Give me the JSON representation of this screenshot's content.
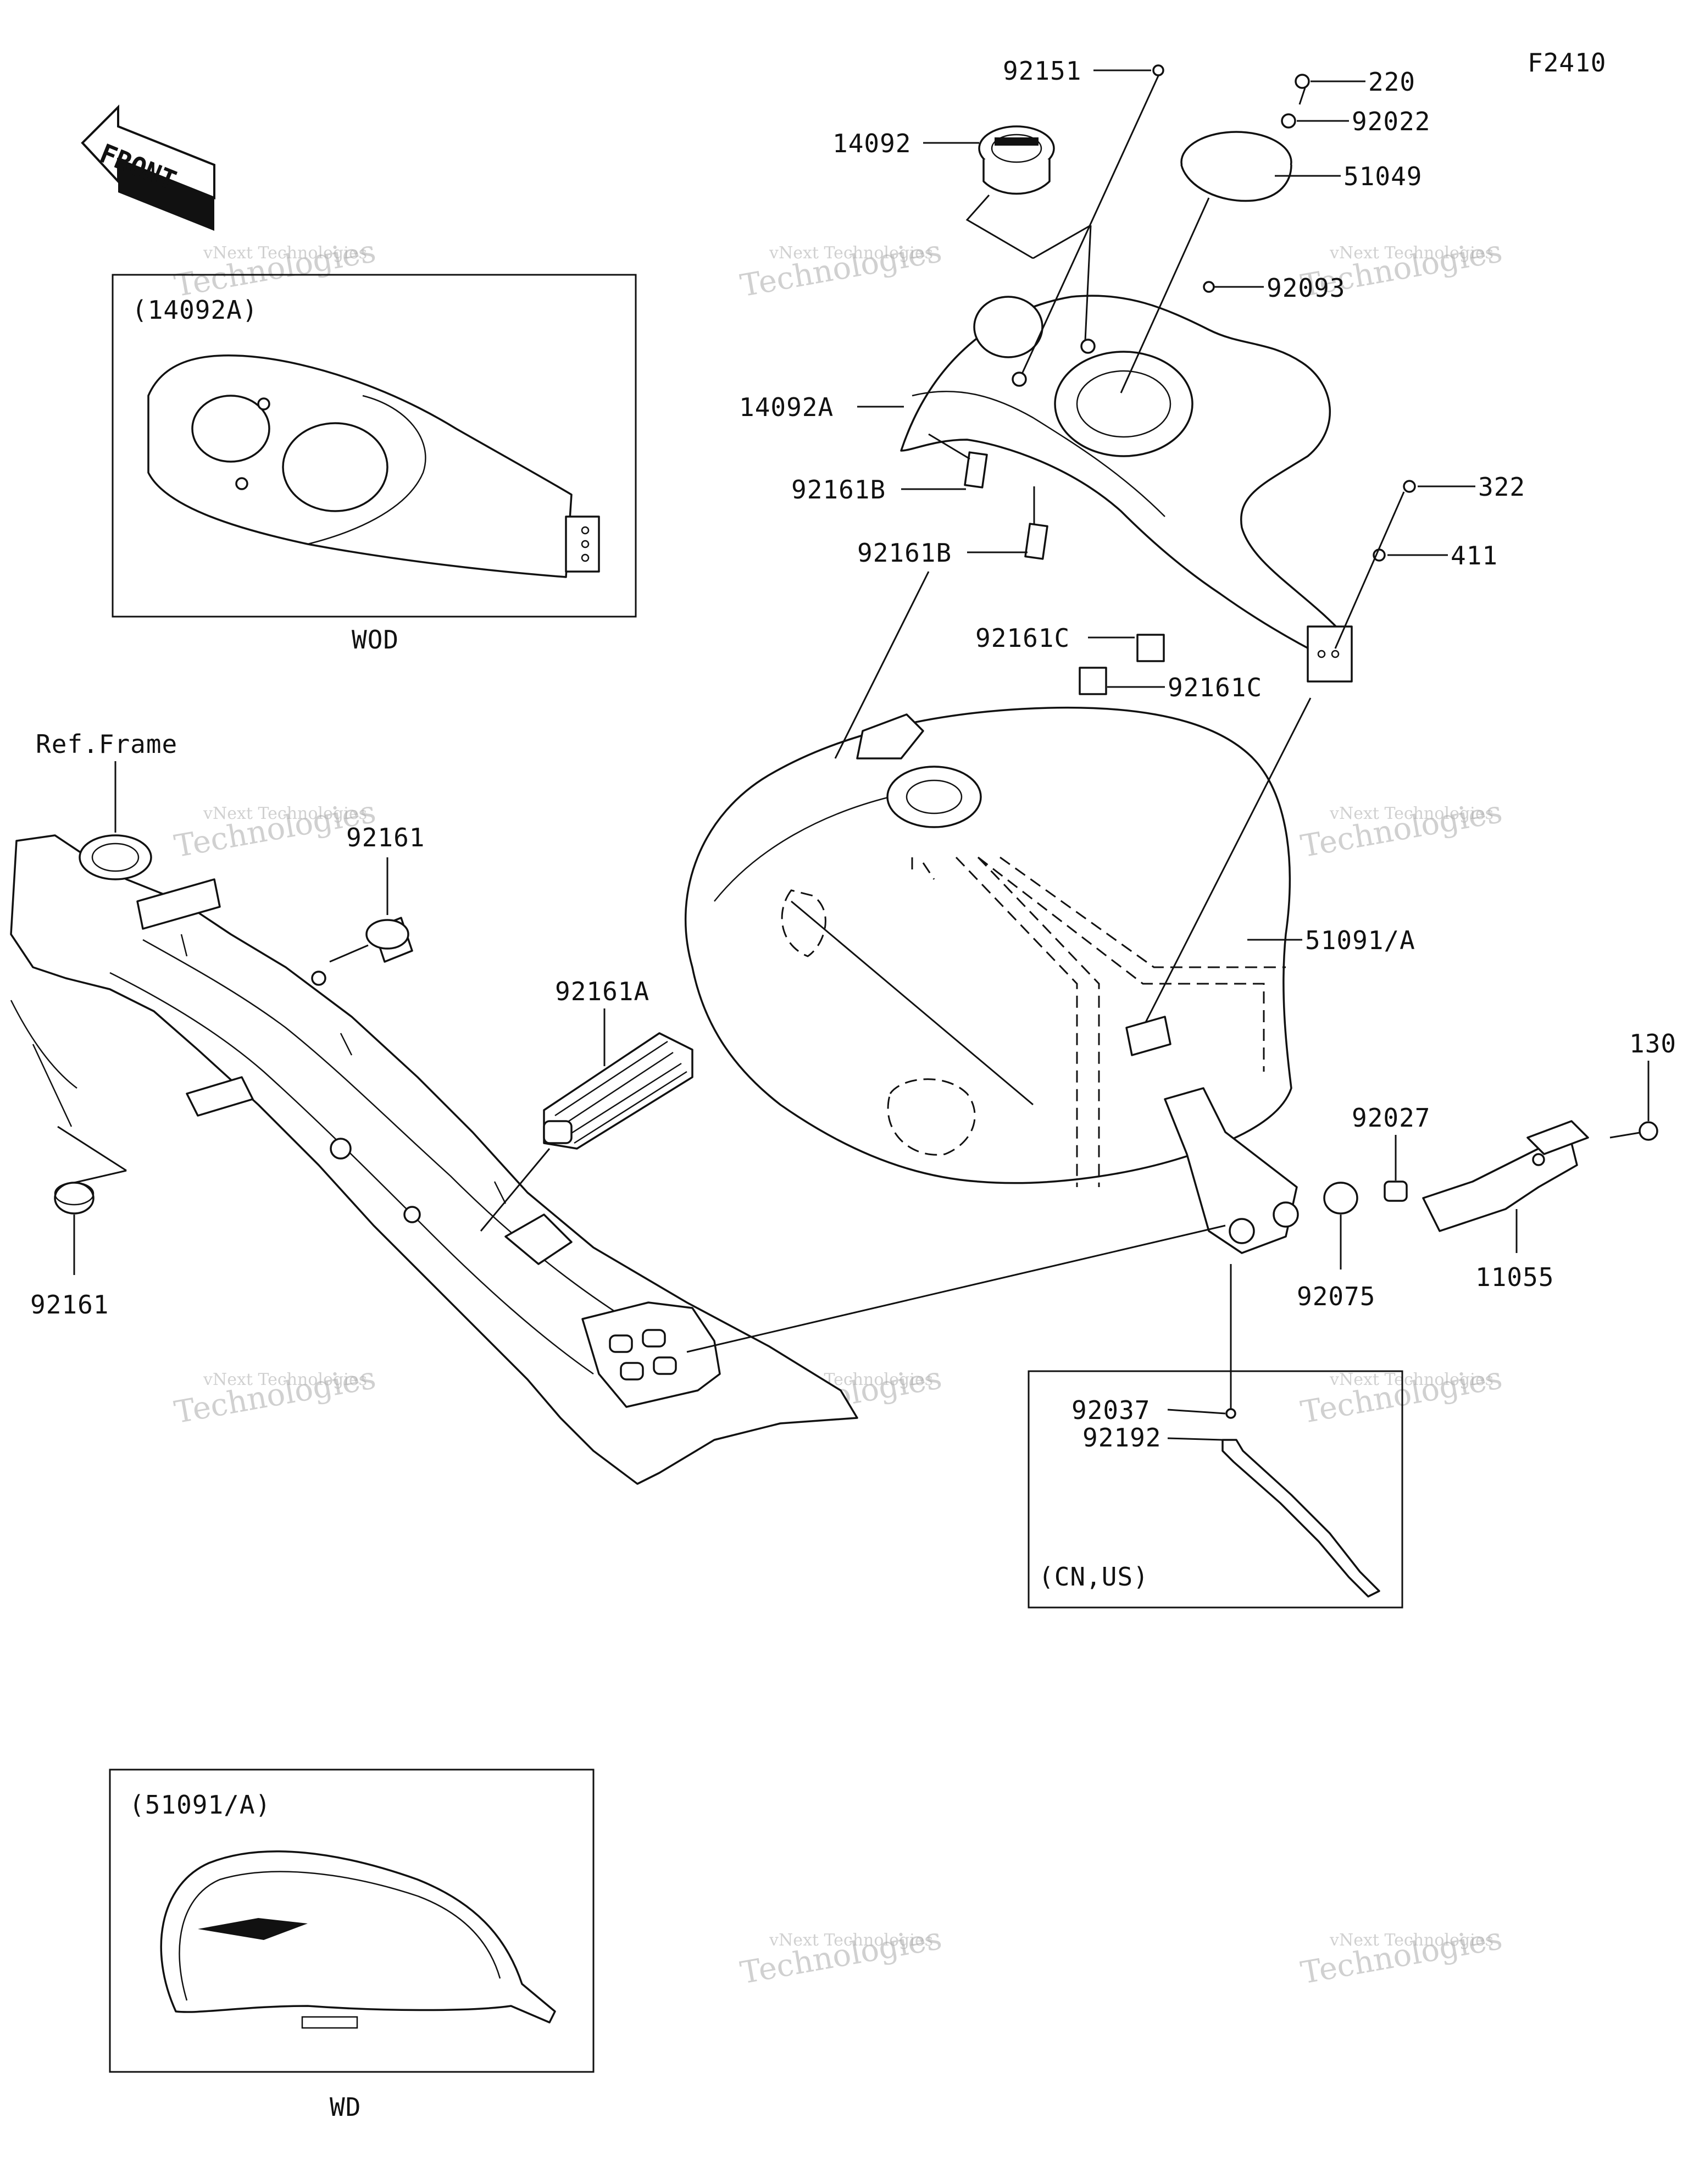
{
  "figure_code": "F2410",
  "front_label": "FRONT",
  "ref_frame": "Ref.Frame",
  "inset_top": {
    "title": "(14092A)",
    "caption": "WOD"
  },
  "inset_bottom": {
    "title": "(51091/A)",
    "caption": "WD"
  },
  "inset_region": {
    "title": "(CN,US)"
  },
  "watermark": {
    "line1": "vNext Technologies",
    "line2": "Technologies",
    "badge": "vNext"
  },
  "parts": [
    {
      "key": "p92151",
      "label": "92151"
    },
    {
      "key": "p220",
      "label": "220"
    },
    {
      "key": "p92022",
      "label": "92022"
    },
    {
      "key": "p14092",
      "label": "14092"
    },
    {
      "key": "p51049",
      "label": "51049"
    },
    {
      "key": "p92093",
      "label": "92093"
    },
    {
      "key": "p14092A",
      "label": "14092A"
    },
    {
      "key": "p92161B_1",
      "label": "92161B"
    },
    {
      "key": "p92161B_2",
      "label": "92161B"
    },
    {
      "key": "p322",
      "label": "322"
    },
    {
      "key": "p411",
      "label": "411"
    },
    {
      "key": "p92161C_1",
      "label": "92161C"
    },
    {
      "key": "p92161C_2",
      "label": "92161C"
    },
    {
      "key": "p92161_1",
      "label": "92161"
    },
    {
      "key": "p92161_2",
      "label": "92161"
    },
    {
      "key": "p92161A",
      "label": "92161A"
    },
    {
      "key": "p51091A",
      "label": "51091/A"
    },
    {
      "key": "p130",
      "label": "130"
    },
    {
      "key": "p92027",
      "label": "92027"
    },
    {
      "key": "p92075",
      "label": "92075"
    },
    {
      "key": "p11055",
      "label": "11055"
    },
    {
      "key": "p92037",
      "label": "92037"
    },
    {
      "key": "p92192",
      "label": "92192"
    }
  ]
}
